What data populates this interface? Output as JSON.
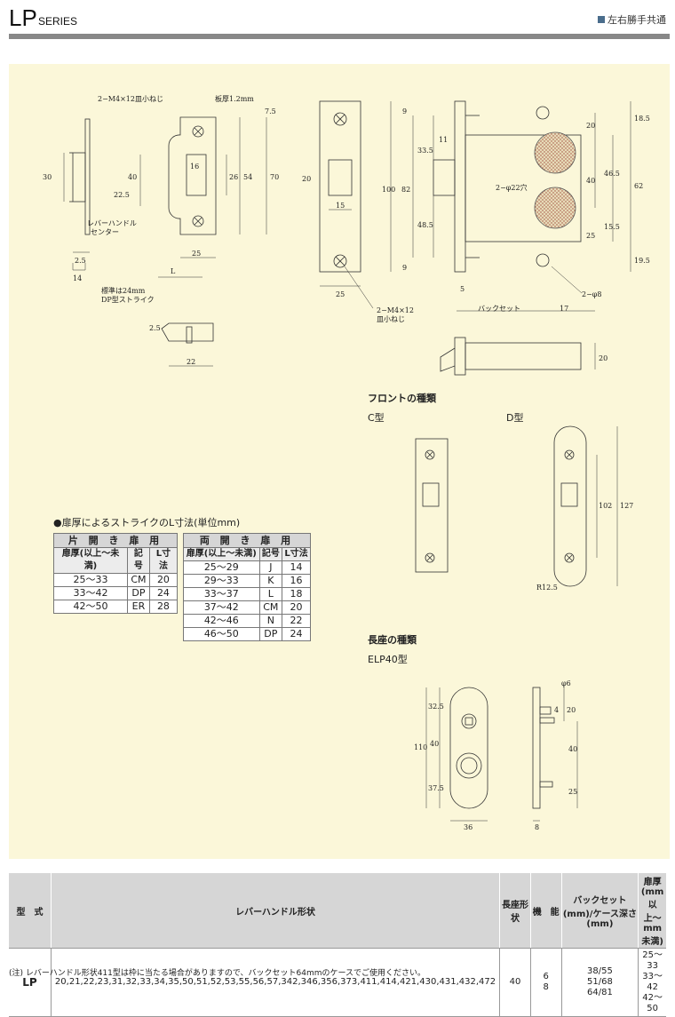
{
  "header": {
    "series_big": "LP",
    "series_small": "SERIES",
    "hand_label": "左右勝手共通"
  },
  "drawing": {
    "screw_top": "2−M4×12皿小ねじ",
    "plate_thickness": "板厚1.2mm",
    "lever_center_1": "レバーハンドル",
    "lever_center_2": "センター",
    "standard_1": "標準は24mm",
    "standard_2": "DP型ストライク",
    "screw_bottom_1": "2−M4×12",
    "screw_bottom_2": "皿小ねじ",
    "hole_22": "2−φ22穴",
    "hole_8": "2−φ8",
    "backset": "バックセット",
    "dims": {
      "d30": "30",
      "d2_5": "2.5",
      "d14": "14",
      "d22_5": "22.5",
      "d40": "40",
      "d16": "16",
      "d26": "26",
      "d54": "54",
      "d70": "70",
      "d7_5": "7.5",
      "d25": "25",
      "dL": "L",
      "d22": "22",
      "d2_5b": "2.5",
      "d20": "20",
      "d15": "15",
      "d25b": "25",
      "d100": "100",
      "d82": "82",
      "d9": "9",
      "d33_5": "33.5",
      "d11": "11",
      "d48_5": "48.5",
      "d9b": "9",
      "d5": "5",
      "d17": "17",
      "d18_5": "18.5",
      "d20b": "20",
      "d40b": "40",
      "d46_5": "46.5",
      "d62": "62",
      "d15_5": "15.5",
      "d25c": "25",
      "d19_5": "19.5",
      "d20c": "20"
    }
  },
  "front_types": {
    "title": "フロントの種類",
    "c_label": "C型",
    "d_label": "D型",
    "d102": "102",
    "d127": "127",
    "r": "R12.5"
  },
  "escutcheon": {
    "title": "長座の種類",
    "model": "ELP40型",
    "d32_5": "32.5",
    "d110": "110",
    "d40": "40",
    "d37_5": "37.5",
    "d36": "36",
    "d6": "φ6",
    "d4": "4",
    "d20": "20",
    "d40b": "40",
    "d25": "25",
    "d8": "8"
  },
  "strike_table": {
    "title": "●扉厚によるストライクのL寸法(単位mm)",
    "single": {
      "group": "片 開 き 扉 用",
      "headers": [
        "扉厚(以上〜未満)",
        "記号",
        "L寸法"
      ],
      "rows": [
        [
          "25〜33",
          "CM",
          "20"
        ],
        [
          "33〜42",
          "DP",
          "24"
        ],
        [
          "42〜50",
          "ER",
          "28"
        ]
      ]
    },
    "double": {
      "group": "両 開 き 扉 用",
      "headers": [
        "扉厚(以上〜未満)",
        "記号",
        "L寸法"
      ],
      "rows": [
        [
          "25〜29",
          "J",
          "14"
        ],
        [
          "29〜33",
          "K",
          "16"
        ],
        [
          "33〜37",
          "L",
          "18"
        ],
        [
          "37〜42",
          "CM",
          "20"
        ],
        [
          "42〜46",
          "N",
          "22"
        ],
        [
          "46〜50",
          "DP",
          "24"
        ]
      ]
    }
  },
  "spec_table": {
    "headers": [
      "型　式",
      "レバーハンドル形状",
      "長座形状",
      "機　能",
      "バックセット(mm)/ケース深さ(mm)",
      "扉厚(mm以上〜mm未満)"
    ],
    "row": {
      "model": "LP",
      "handles": "20,21,22,23,31,32,33,34,35,50,51,52,53,55,56,57,342,346,356,373,411,414,421,430,431,432,472",
      "escutcheon": "40",
      "function_1": "6",
      "function_2": "8",
      "backset_1": "38/55",
      "backset_2": "51/68",
      "backset_3": "64/81",
      "thickness_1": "25〜33",
      "thickness_2": "33〜42",
      "thickness_3": "42〜50"
    }
  },
  "note": "(注) レバーハンドル形状411型は枠に当たる場合がありますので、バックセット64mmのケースでご使用ください。"
}
